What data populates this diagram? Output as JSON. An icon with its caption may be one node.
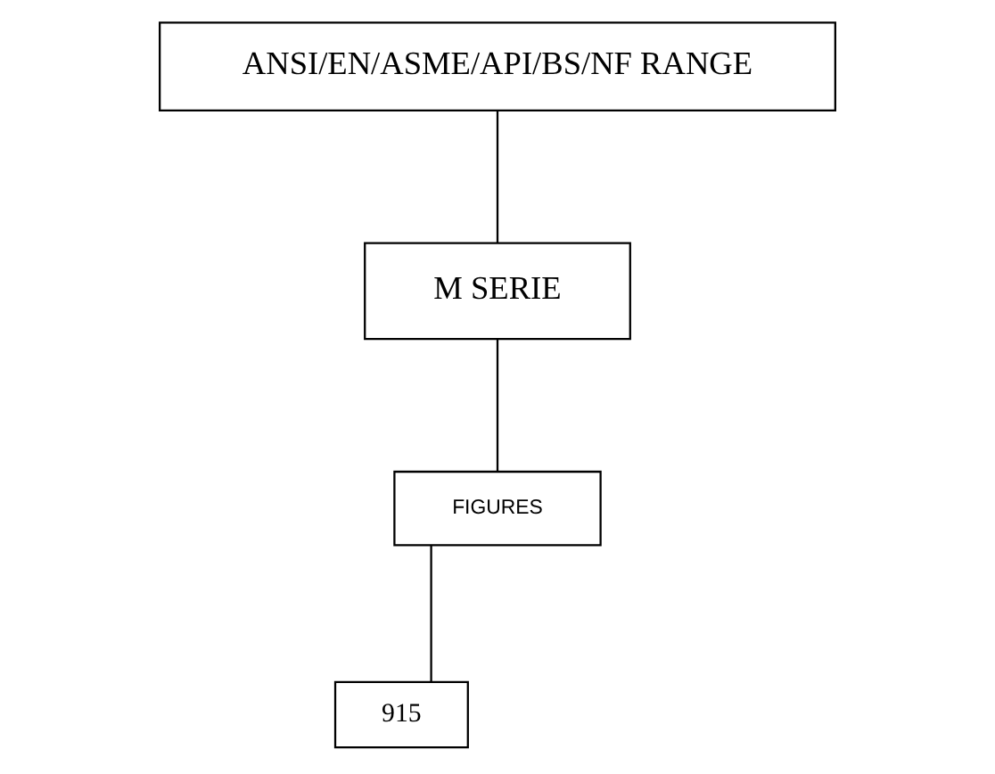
{
  "diagram": {
    "nodes": [
      {
        "text": [
          "ANSI/EN/ASME/API/BS/NF RANGE"
        ]
      },
      {
        "text": [
          "M SERIE"
        ]
      },
      {
        "text": [
          "FIGURES"
        ]
      },
      {
        "text": [
          "915"
        ]
      }
    ],
    "edges": [
      {
        "from": 0,
        "to": 1,
        "arrow": "none"
      },
      {
        "from": 1,
        "to": 2,
        "arrow": "none"
      },
      {
        "from": 2,
        "to": 3,
        "arrow": "none"
      }
    ]
  }
}
